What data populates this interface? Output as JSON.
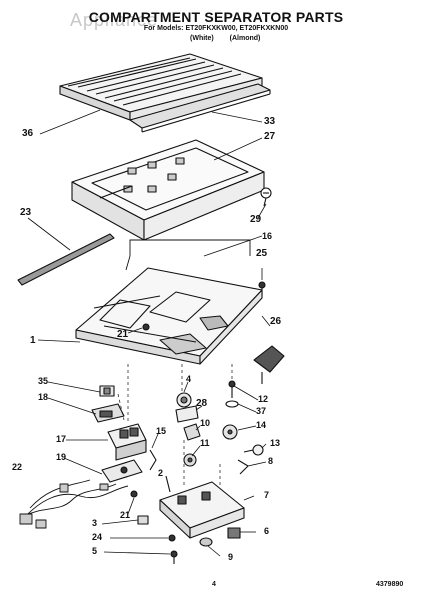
{
  "header": {
    "title": "COMPARTMENT SEPARATOR PARTS",
    "watermark": "Appliance",
    "subtitle": "For Models: ET20FKXKW00, ET20FKXKN00",
    "variants": [
      "(White)",
      "(Almond)"
    ]
  },
  "parts": {
    "p36": "36",
    "p33": "33",
    "p27": "27",
    "p29": "29",
    "p23": "23",
    "p16": "16",
    "p25": "25",
    "p26": "26",
    "p1": "1",
    "p21a": "21",
    "p35": "35",
    "p18": "18",
    "p4": "4",
    "p28": "28",
    "p10": "10",
    "p11": "11",
    "p12": "12",
    "p37": "37",
    "p14": "14",
    "p13": "13",
    "p8": "8",
    "p17": "17",
    "p15": "15",
    "p19": "19",
    "p22": "22",
    "p2": "2",
    "p7": "7",
    "p21b": "21",
    "p3": "3",
    "p24": "24",
    "p6": "6",
    "p5": "5",
    "p9": "9"
  },
  "footer": {
    "page": "4",
    "doc_number": "4379890"
  }
}
